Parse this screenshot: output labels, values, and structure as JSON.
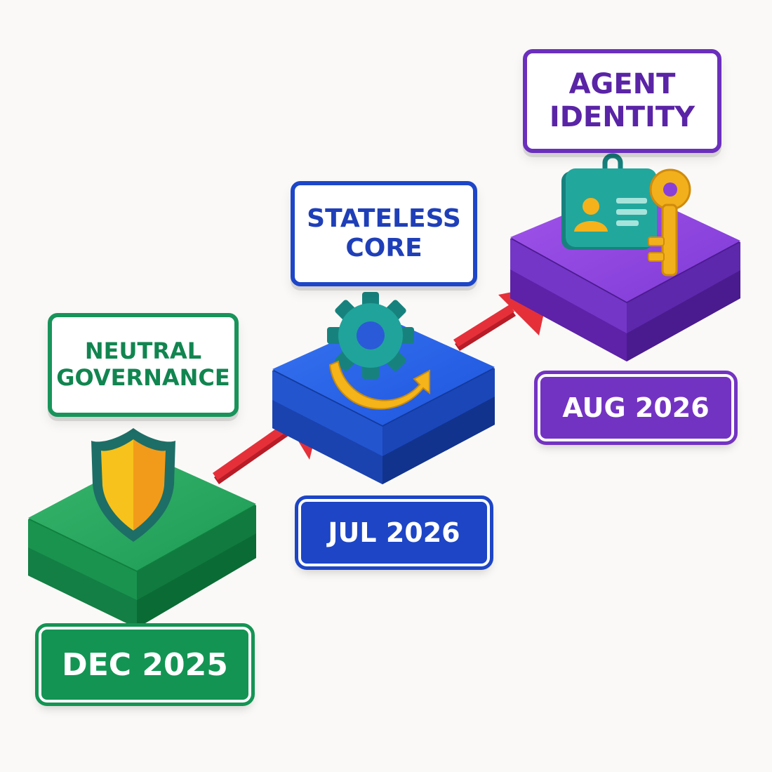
{
  "milestones": [
    {
      "title_lines": [
        "NEUTRAL",
        "GOVERNANCE"
      ],
      "date": "DEC 2025",
      "icon": "shield-icon",
      "color": "#139453"
    },
    {
      "title_lines": [
        "STATELESS",
        "CORE"
      ],
      "date": "JUL 2026",
      "icon": "gear-with-refresh-arrow-icon",
      "color": "#1d45c6"
    },
    {
      "title_lines": [
        "AGENT",
        "IDENTITY"
      ],
      "date": "AUG 2026",
      "icon": "id-badge-and-key-icon",
      "color": "#7333c2"
    }
  ],
  "connector": {
    "color": "#e5303a",
    "icon": "arrow-right-icon"
  }
}
